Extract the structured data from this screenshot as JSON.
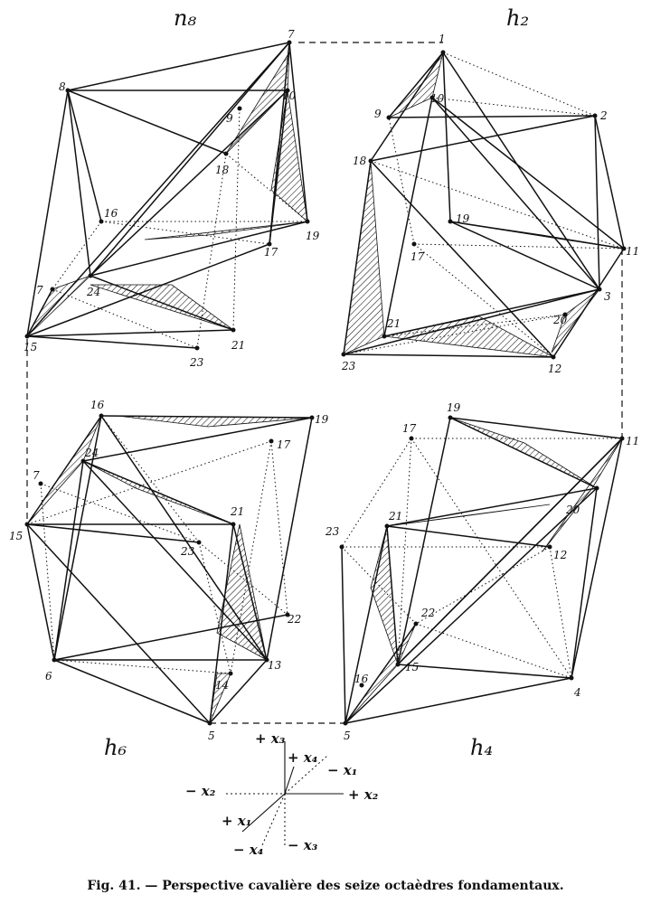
{
  "figure": {
    "caption": "Fig. 41. — Perspective cavalière des seize octaèdres fondamentaux."
  },
  "panels": {
    "top_left": {
      "label": "n₈",
      "vertices": [
        "7",
        "8",
        "9",
        "10",
        "16",
        "17",
        "18",
        "19",
        "21",
        "23",
        "24",
        "15"
      ]
    },
    "top_right": {
      "label": "h₂",
      "vertices": [
        "1",
        "2",
        "9",
        "10",
        "18",
        "19",
        "17",
        "11",
        "3",
        "20",
        "21",
        "23",
        "12"
      ]
    },
    "bottom_left": {
      "label": "h₆",
      "vertices": [
        "16",
        "19",
        "17",
        "24",
        "7",
        "15",
        "21",
        "23",
        "22",
        "13",
        "14",
        "6",
        "5"
      ]
    },
    "bottom_right": {
      "label": "h₄",
      "vertices": [
        "19",
        "17",
        "11",
        "20",
        "21",
        "23",
        "12",
        "22",
        "15",
        "16",
        "4",
        "5"
      ]
    }
  },
  "axes": {
    "plus_x3": "+ x₃",
    "plus_x4": "+ x₄",
    "minus_x1": "− x₁",
    "minus_x2": "− x₂",
    "plus_x2": "+ x₂",
    "plus_x1": "+ x₁",
    "minus_x4": "− x₄",
    "minus_x3": "− x₃"
  }
}
